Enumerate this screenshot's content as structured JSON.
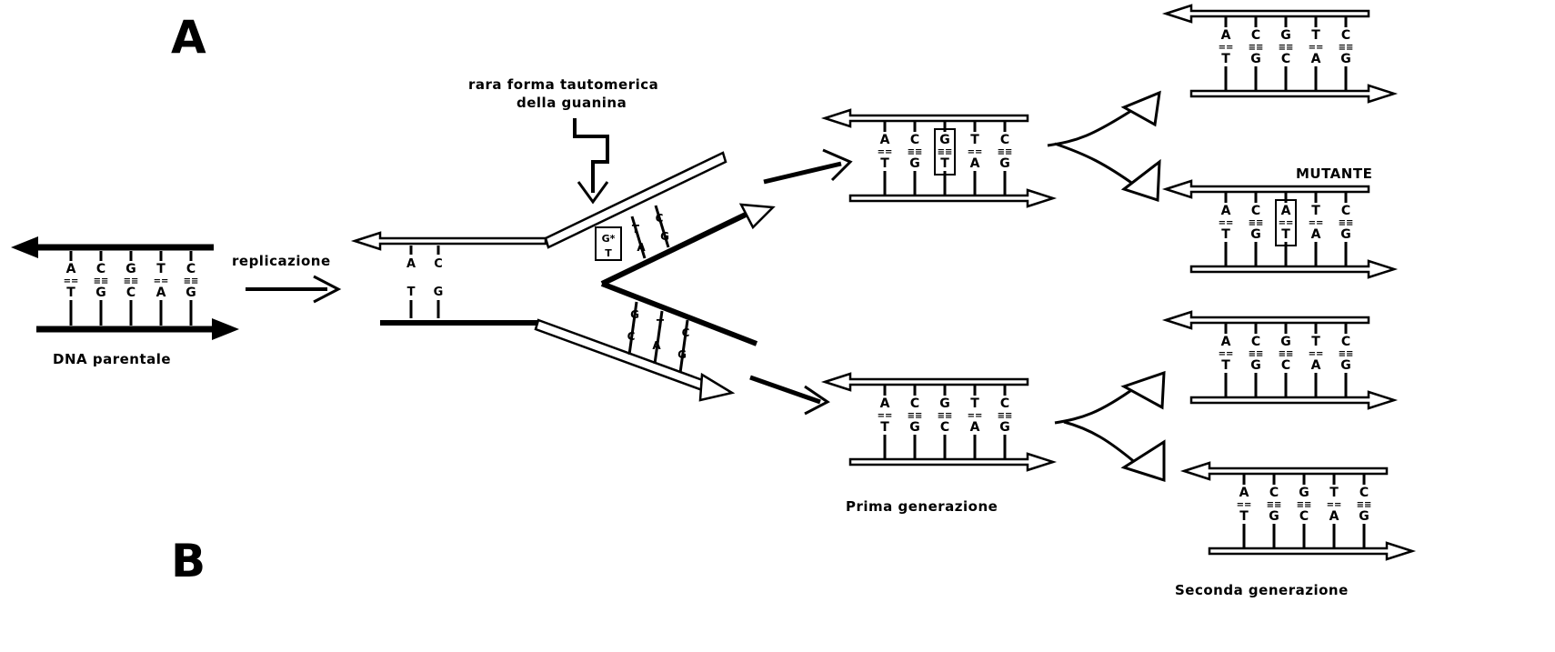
{
  "labels": {
    "panel_a": "A",
    "panel_b": "B",
    "replication": "replicazione",
    "parent_dna": "DNA parentale",
    "tautomer_line1": "rara forma tautomerica",
    "tautomer_line2": "della guanina",
    "mutant": "MUTANTE",
    "first_generation": "Prima generazione",
    "second_generation": "Seconda generazione"
  },
  "duplexes": {
    "parent": {
      "top": [
        "A",
        "C",
        "G",
        "T",
        "C"
      ],
      "bottom": [
        "T",
        "G",
        "C",
        "A",
        "G"
      ],
      "bonds": [
        "==",
        "≡≡",
        "≡≡",
        "==",
        "≡≡"
      ]
    },
    "gen1_upper": {
      "top": [
        "A",
        "C",
        "G",
        "T",
        "C"
      ],
      "bottom": [
        "T",
        "G",
        "T",
        "A",
        "G"
      ],
      "bonds": [
        "==",
        "≡≡",
        "≡≡",
        "==",
        "≡≡"
      ],
      "boxed_index": 2
    },
    "gen1_lower": {
      "top": [
        "A",
        "C",
        "G",
        "T",
        "C"
      ],
      "bottom": [
        "T",
        "G",
        "C",
        "A",
        "G"
      ],
      "bonds": [
        "==",
        "≡≡",
        "≡≡",
        "==",
        "≡≡"
      ]
    },
    "gen2_1": {
      "top": [
        "A",
        "C",
        "G",
        "T",
        "C"
      ],
      "bottom": [
        "T",
        "G",
        "C",
        "A",
        "G"
      ],
      "bonds": [
        "==",
        "≡≡",
        "≡≡",
        "==",
        "≡≡"
      ]
    },
    "gen2_2_mutant": {
      "top": [
        "A",
        "C",
        "A",
        "T",
        "C"
      ],
      "bottom": [
        "T",
        "G",
        "T",
        "A",
        "G"
      ],
      "bonds": [
        "==",
        "≡≡",
        "==",
        "==",
        "≡≡"
      ],
      "boxed_index": 2
    },
    "gen2_3": {
      "top": [
        "A",
        "C",
        "G",
        "T",
        "C"
      ],
      "bottom": [
        "T",
        "G",
        "C",
        "A",
        "G"
      ],
      "bonds": [
        "==",
        "≡≡",
        "≡≡",
        "==",
        "≡≡"
      ]
    },
    "gen2_4": {
      "top": [
        "A",
        "C",
        "G",
        "T",
        "C"
      ],
      "bottom": [
        "T",
        "G",
        "C",
        "A",
        "G"
      ],
      "bonds": [
        "==",
        "≡≡",
        "≡≡",
        "==",
        "≡≡"
      ]
    }
  },
  "fork": {
    "left_top": [
      "A",
      "C"
    ],
    "left_bottom": [
      "T",
      "G"
    ],
    "upper_top": [
      "T",
      "C"
    ],
    "upper_bottom": [
      "A",
      "G"
    ],
    "upper_mispair": [
      "G*",
      "T"
    ],
    "lower_top": [
      "G",
      "T",
      "C"
    ],
    "lower_bottom": [
      "C",
      "A",
      "G"
    ]
  }
}
